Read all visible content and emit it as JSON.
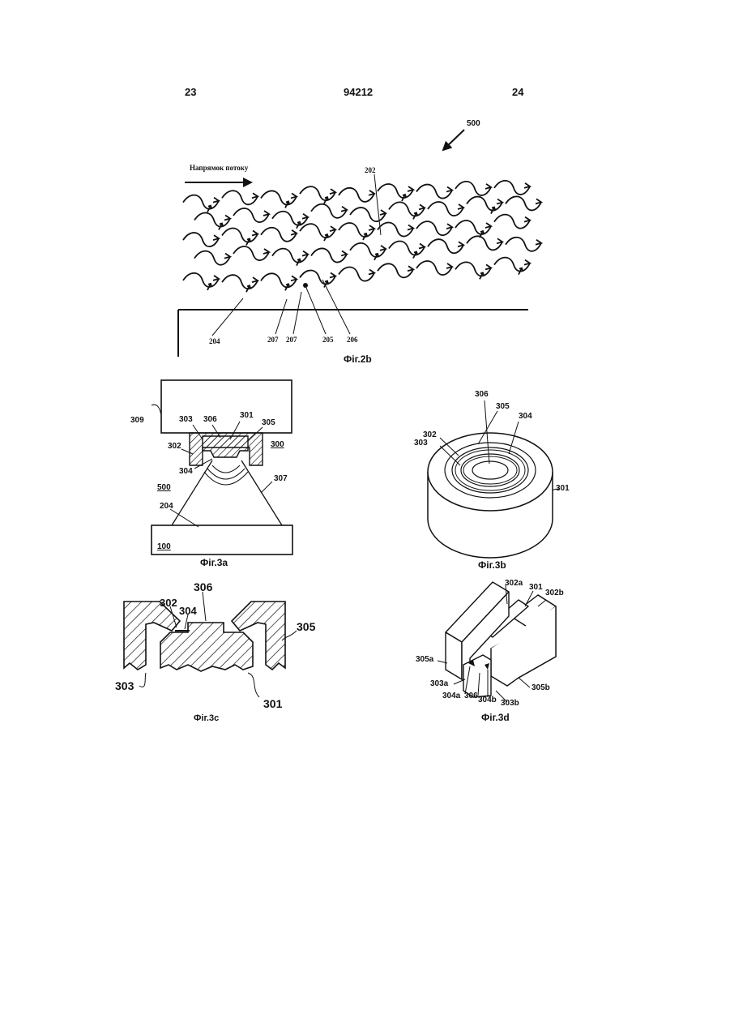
{
  "header": {
    "left": "23",
    "center": "94212",
    "right": "24"
  },
  "fig2b": {
    "ref_main": "500",
    "flow_label": "Напрямок потоку",
    "labels": {
      "l202": "202",
      "l204": "204",
      "l207a": "207",
      "l207b": "207",
      "l205": "205",
      "l206": "206"
    },
    "caption": "Фіг.2b"
  },
  "fig3a": {
    "labels": {
      "l309": "309",
      "l303": "303",
      "l306": "306",
      "l301": "301",
      "l305": "305",
      "l302": "302",
      "l300": "300",
      "l304": "304",
      "l307": "307",
      "l500": "500",
      "l204": "204",
      "l100": "100"
    },
    "caption": "Фіг.3a"
  },
  "fig3b": {
    "labels": {
      "l306": "306",
      "l305": "305",
      "l304": "304",
      "l302": "302",
      "l303": "303",
      "l301": "301"
    },
    "caption": "Фіг.3b"
  },
  "fig3c": {
    "labels": {
      "l306": "306",
      "l302": "302",
      "l304": "304",
      "l305": "305",
      "l303": "303",
      "l301": "301"
    },
    "caption": "Фіг.3c"
  },
  "fig3d": {
    "labels": {
      "l302a": "302a",
      "l301": "301",
      "l302b": "302b",
      "l305a": "305a",
      "l303a": "303a",
      "l304a": "304a",
      "l306": "306",
      "l304b": "304b",
      "l303b": "303b",
      "l305b": "305b"
    },
    "caption": "Фіг.3d"
  }
}
